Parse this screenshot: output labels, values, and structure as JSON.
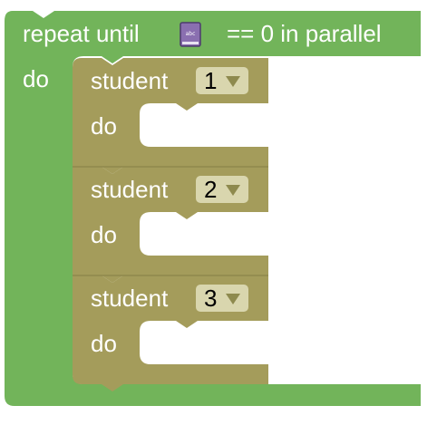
{
  "repeat_block": {
    "label_repeat_until": "repeat until",
    "icon": "book-variable-icon",
    "icon_text": "abc",
    "label_condition": "== 0 in parallel",
    "label_do": "do",
    "color": "#72b45a"
  },
  "student_blocks": [
    {
      "label": "student",
      "value": "1",
      "do_label": "do"
    },
    {
      "label": "student",
      "value": "2",
      "do_label": "do"
    },
    {
      "label": "student",
      "value": "3",
      "do_label": "do"
    }
  ],
  "colors": {
    "student_block": "#a49c5b",
    "dropdown_bg": "#d9d6ae",
    "dropdown_arrow": "#8e8a4e",
    "book_cover": "#8a6fb0"
  }
}
